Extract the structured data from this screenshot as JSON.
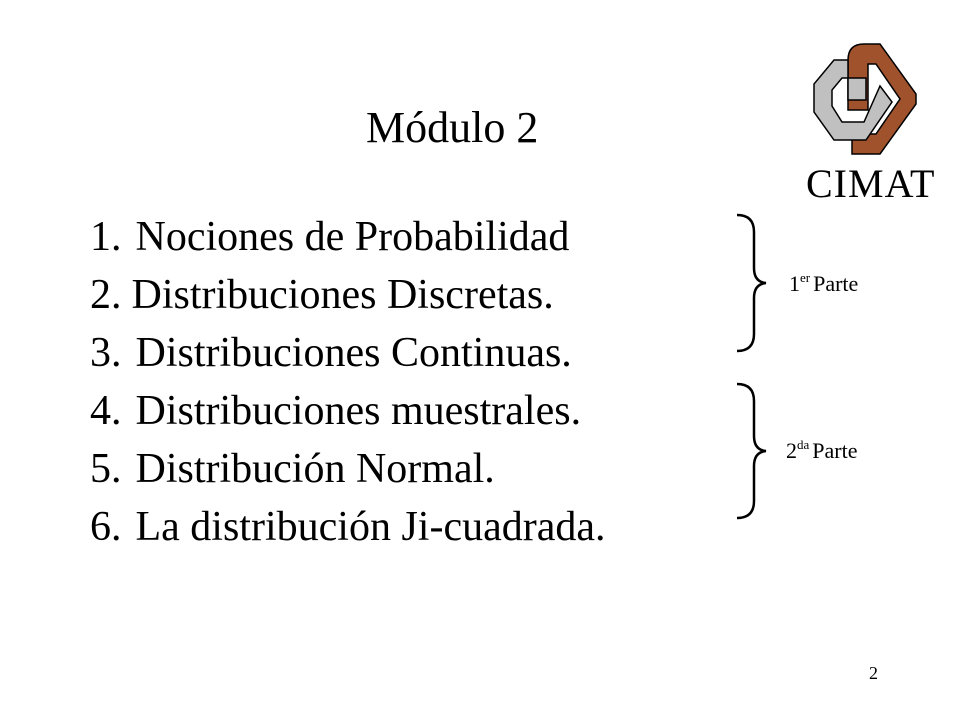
{
  "slide": {
    "title": "Módulo 2",
    "page_number": "2"
  },
  "topics": [
    {
      "num": "1.",
      "text": "Nociones de Probabilidad"
    },
    {
      "num": "2.",
      "text": "Distribuciones Discretas."
    },
    {
      "num": "3.",
      "text": "Distribuciones Continuas."
    },
    {
      "num": "4.",
      "text": "Distribuciones muestrales."
    },
    {
      "num": "5.",
      "text": "Distribución Normal."
    },
    {
      "num": "6.",
      "text": "La distribución Ji-cuadrada."
    }
  ],
  "parts": [
    {
      "num": "1",
      "suffix": "er",
      "label": "Parte"
    },
    {
      "num": "2",
      "suffix": "da",
      "label": "Parte"
    }
  ],
  "logo": {
    "text": "CIMAT",
    "colors": {
      "grey": "#c0c0c0",
      "brown": "#a0522d",
      "outline": "#000000"
    }
  }
}
